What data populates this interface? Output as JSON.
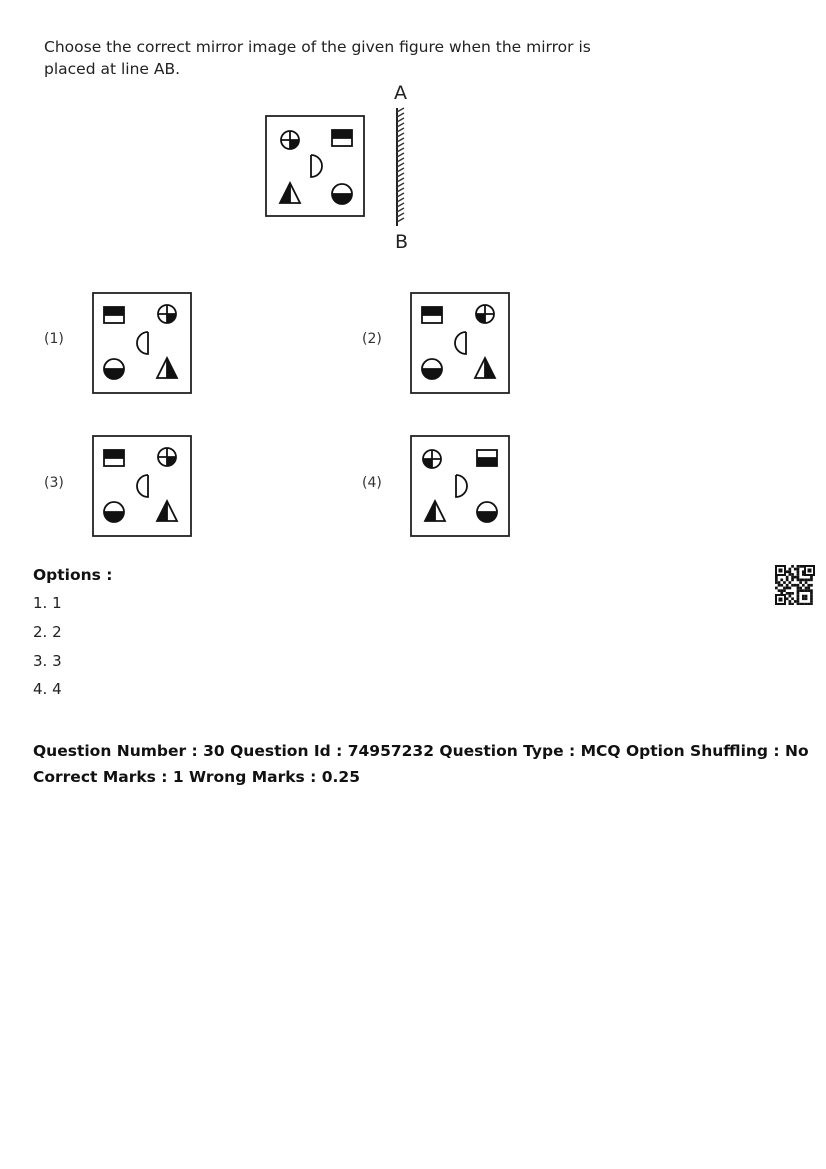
{
  "question": {
    "text": "Choose the correct mirror image of the given figure when the mirror is placed at line AB.",
    "mirror_label_top": "A",
    "mirror_label_bottom": "B"
  },
  "figure_options": [
    {
      "label": "(1)"
    },
    {
      "label": "(2)"
    },
    {
      "label": "(3)"
    },
    {
      "label": "(4)"
    }
  ],
  "options": {
    "heading": "Options :",
    "items": [
      "1. 1",
      "2. 2",
      "3. 3",
      "4. 4"
    ]
  },
  "meta": {
    "line1": "Question Number : 30 Question Id : 74957232 Question Type : MCQ Option Shuffling : No",
    "line2": "Correct Marks : 1 Wrong Marks : 0.25"
  }
}
